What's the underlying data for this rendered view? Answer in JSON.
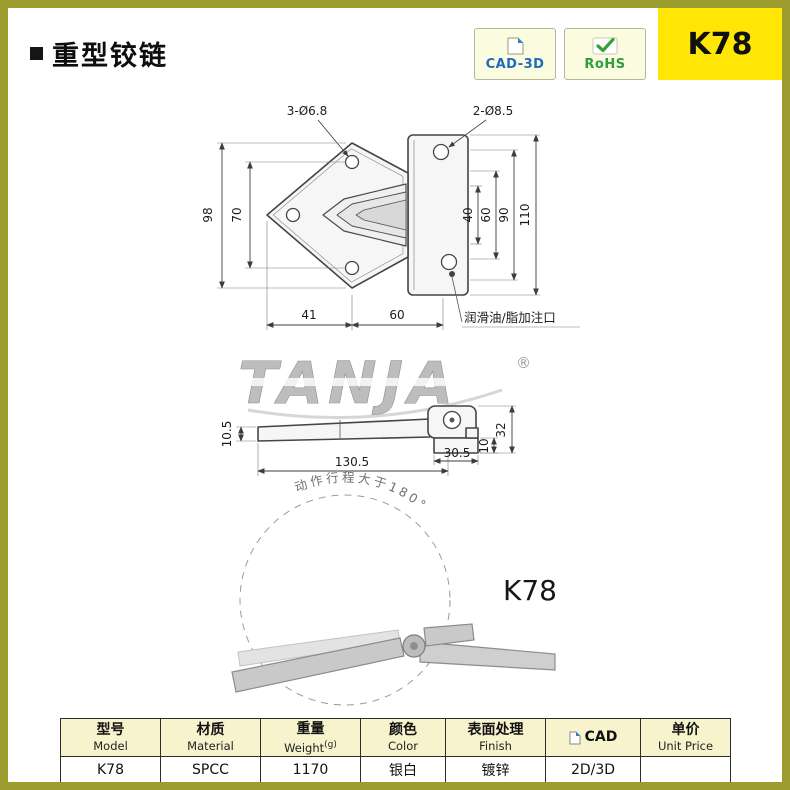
{
  "header": {
    "title": "重型铰链",
    "model_code": "K78",
    "cad_badge_label": "CAD-3D",
    "rohs_badge_label": "RoHS"
  },
  "front_view": {
    "hole_label_left": "3-Ø6.8",
    "hole_label_right": "2-Ø8.5",
    "dim_height_outer": "98",
    "dim_height_inner": "70",
    "dim_bottom_left": "41",
    "dim_bottom_right": "60",
    "dim_right_1": "40",
    "dim_right_2": "60",
    "dim_right_3": "90",
    "dim_right_4": "110",
    "grease_label": "润滑油/脂加注口"
  },
  "side_view": {
    "dim_thickness": "10.5",
    "dim_length": "130.5",
    "dim_bracket": "30.5",
    "dim_foot": "10",
    "dim_height": "32"
  },
  "watermark": {
    "text": "TANJA",
    "reg": "®"
  },
  "motion_view": {
    "arc_label": "动作行程大于180°",
    "model_label": "K78"
  },
  "table": {
    "headers": [
      {
        "zh": "型号",
        "en": "Model"
      },
      {
        "zh": "材质",
        "en": "Material"
      },
      {
        "zh": "重量",
        "en": "Weight",
        "unit": "(g)"
      },
      {
        "zh": "颜色",
        "en": "Color"
      },
      {
        "zh": "表面处理",
        "en": "Finish"
      },
      {
        "zh": "CAD",
        "en": ""
      },
      {
        "zh": "单价",
        "en": "Unit Price"
      }
    ],
    "row": {
      "model": "K78",
      "material": "SPCC",
      "weight": "1170",
      "color": "银白",
      "finish": "镀锌",
      "cad": "2D/3D",
      "price": ""
    }
  }
}
